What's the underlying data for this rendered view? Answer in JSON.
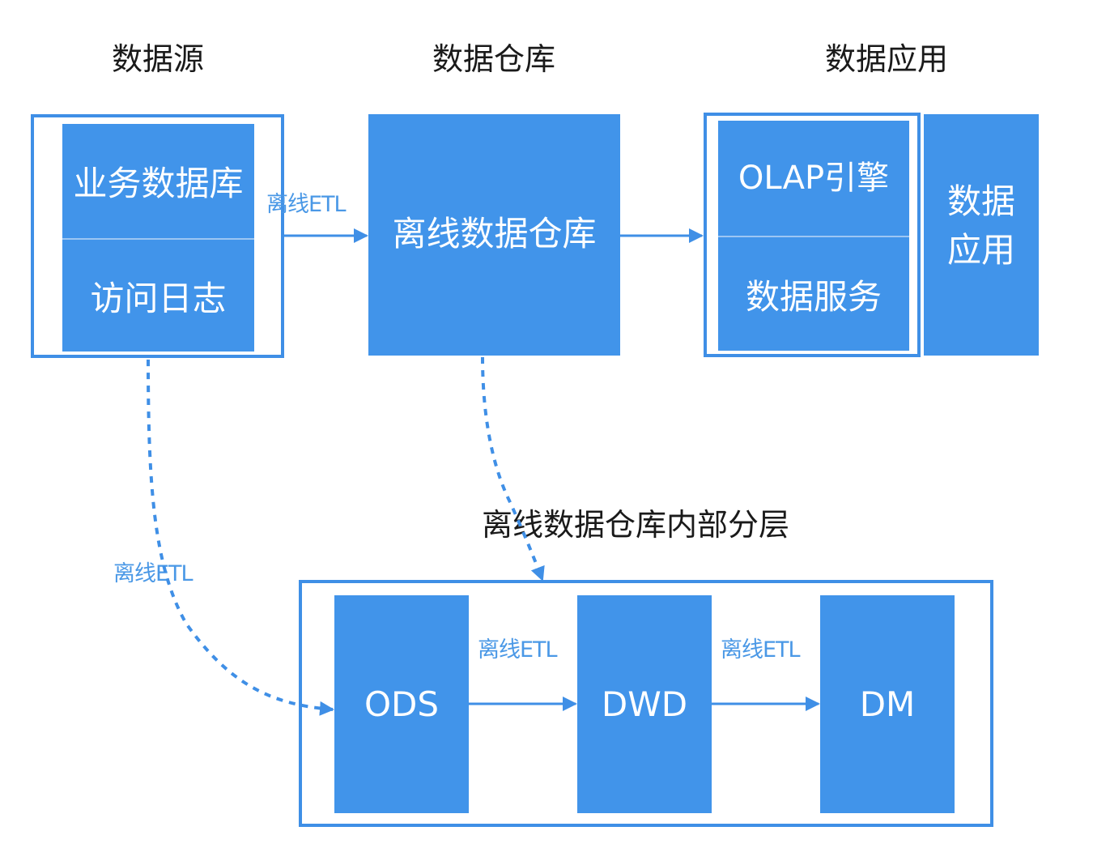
{
  "columns": {
    "source": "数据源",
    "warehouse": "数据仓库",
    "application": "数据应用"
  },
  "source_box": {
    "top": "业务数据库",
    "bottom": "访问日志"
  },
  "warehouse_box": "离线数据仓库",
  "app_box": {
    "top": "OLAP引擎",
    "bottom": "数据服务",
    "side_line1": "数据",
    "side_line2": "应用"
  },
  "edges": {
    "source_to_warehouse": "离线ETL",
    "source_to_ods": "离线ETL",
    "ods_to_dwd": "离线ETL",
    "dwd_to_dm": "离线ETL"
  },
  "layers_title": "离线数据仓库内部分层",
  "layers": [
    "ODS",
    "DWD",
    "DM"
  ],
  "colors": {
    "box_fill": "#4194ea",
    "frame_stroke": "#3f8fe6",
    "edge_label": "#4a98e6",
    "title_text": "#1a1a1a"
  }
}
